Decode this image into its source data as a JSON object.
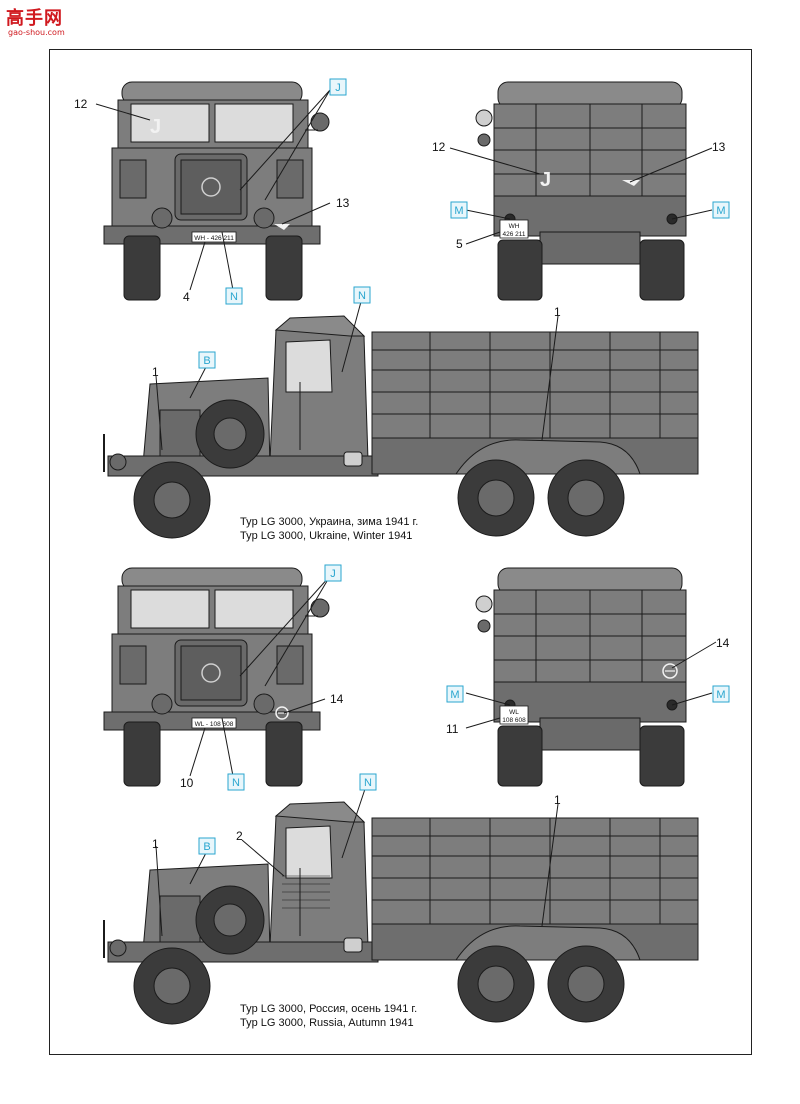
{
  "logo": {
    "main": "高手网",
    "sub": "gao-shou.com"
  },
  "colors": {
    "body": "#7d7d7d",
    "dark": "#4a4a4a",
    "tire": "#3b3b3b",
    "line": "#1b1b1b",
    "marker": "#2aa6cf",
    "canvas": "#8a8a8a"
  },
  "callout_codes": {
    "J": "J",
    "B": "B",
    "N": "N",
    "M": "M"
  },
  "numbers": {
    "n1": "1",
    "n2": "2",
    "n4": "4",
    "n5": "5",
    "n10": "10",
    "n11": "11",
    "n12": "12",
    "n13": "13",
    "n14": "14"
  },
  "plates": {
    "wh_front": "WH - 426 211",
    "wh_rear_1": "WH",
    "wh_rear_2": "426 211",
    "wl_front": "WL - 108 608",
    "wl_rear_1": "WL",
    "wl_rear_2": "108 608"
  },
  "markings": {
    "letter_j": "J"
  },
  "captions": {
    "v1_ru": "Typ LG 3000, Украина, зима 1941 г.",
    "v1_en": "Typ LG 3000, Ukraine, Winter 1941",
    "v2_ru": "Typ LG 3000, Россия, осень 1941 г.",
    "v2_en": "Typ LG 3000, Russia, Autumn 1941"
  }
}
